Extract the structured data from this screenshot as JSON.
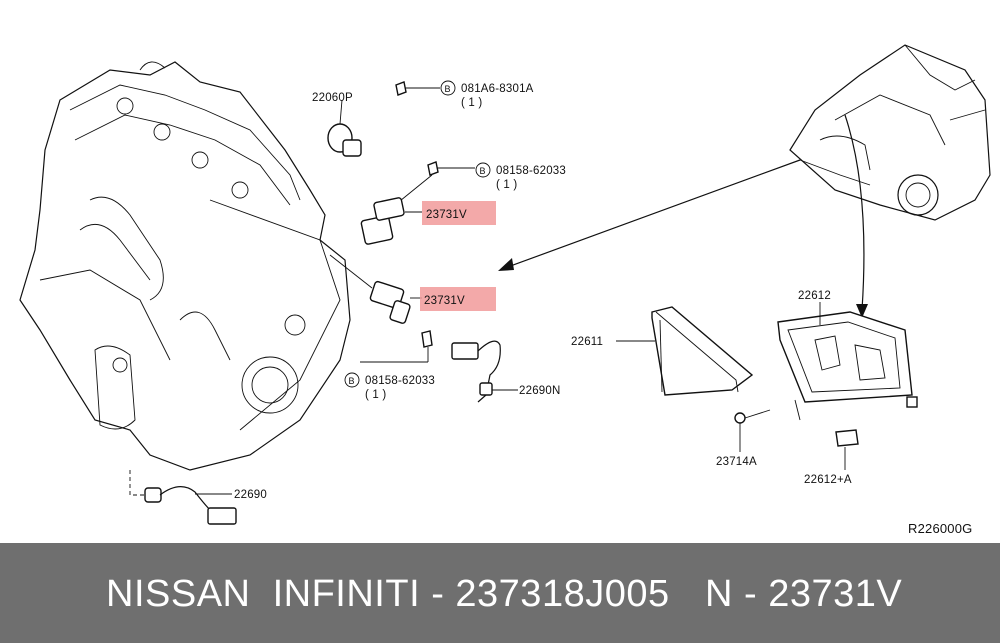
{
  "diagram": {
    "callouts": [
      {
        "id": "bolt-top",
        "circle": "B",
        "part": "081A6-8301A",
        "qty": "( 1 )"
      },
      {
        "id": "bolt-mid",
        "circle": "B",
        "part": "08158-62033",
        "qty": "( 1 )"
      },
      {
        "id": "bolt-low",
        "circle": "B",
        "part": "08158-62033",
        "qty": "( 1 )"
      }
    ],
    "labels": {
      "p22060P": "22060P",
      "p23731V_a": "23731V",
      "p23731V_b": "23731V",
      "p22690N": "22690N",
      "p22690": "22690",
      "p22611": "22611",
      "p22612": "22612",
      "p23714A": "23714A",
      "p22612A": "22612+A",
      "ref": "R226000G"
    },
    "highlight_color": "#f19a9a"
  },
  "footer": {
    "brands": "NISSAN  INFINITI - 237318J005",
    "code": "N - 23731V",
    "background": "#6f6f6f"
  }
}
